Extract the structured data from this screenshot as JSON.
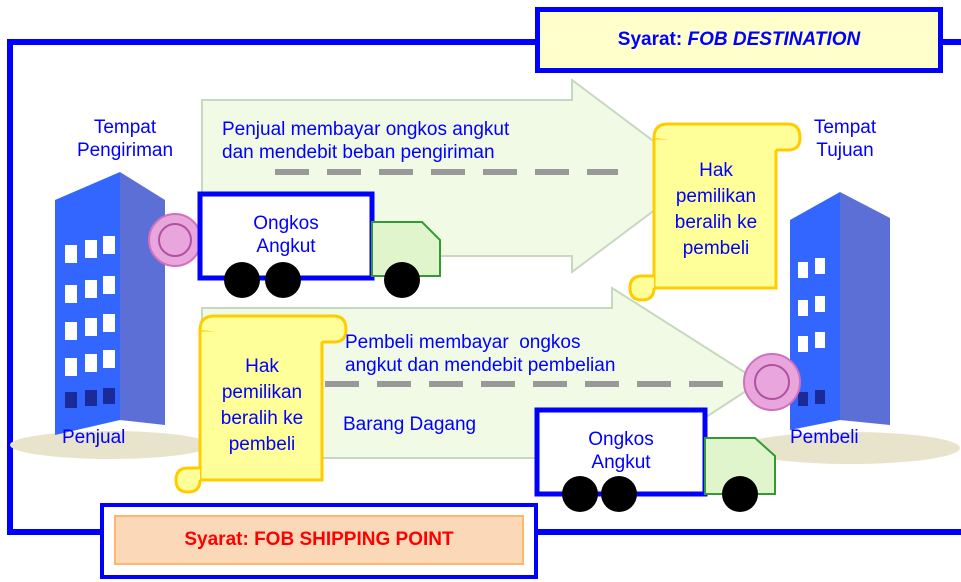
{
  "top_condition": {
    "prefix": "Syarat: ",
    "term": "FOB DESTINATION"
  },
  "bottom_condition": {
    "text": "Syarat: FOB SHIPPING POINT"
  },
  "left_building": {
    "top_label_line1": "Tempat",
    "top_label_line2": "Pengiriman",
    "bottom_label": "Penjual"
  },
  "right_building": {
    "top_label_line1": "Tempat",
    "top_label_line2": "Tujuan",
    "bottom_label": "Pembeli"
  },
  "upper_flow": {
    "line1": "Penjual membayar ongkos angkut",
    "line2": "dan mendebit beban pengiriman"
  },
  "lower_flow": {
    "line1": "Pembeli membayar  ongkos",
    "line2": "angkut dan mendebit pembelian",
    "goods_label": "Barang Dagang"
  },
  "upper_truck": {
    "cargo_line1": "Ongkos",
    "cargo_line2": "Angkut"
  },
  "lower_truck": {
    "cargo_line1": "Ongkos",
    "cargo_line2": "Angkut"
  },
  "upper_scroll": {
    "line1": "Hak",
    "line2": "pemilikan",
    "line3": "beralih ke",
    "line4": "pembeli"
  },
  "lower_scroll": {
    "line1": "Hak",
    "line2": "pemilikan",
    "line3": "beralih ke",
    "line4": "pembeli"
  },
  "colors": {
    "frame": "#0000ff",
    "text": "#0000ff",
    "top_box_fill": "#ffffcc",
    "bottom_box_fill": "#fbd9b8",
    "bottom_box_text": "#ff0000",
    "arrow_fill": "#f0fae4",
    "scroll_fill": "#ffff99",
    "scroll_edge": "#ffcc00",
    "truck_cab": "#e0f5cc",
    "truck_edge": "#339933"
  }
}
